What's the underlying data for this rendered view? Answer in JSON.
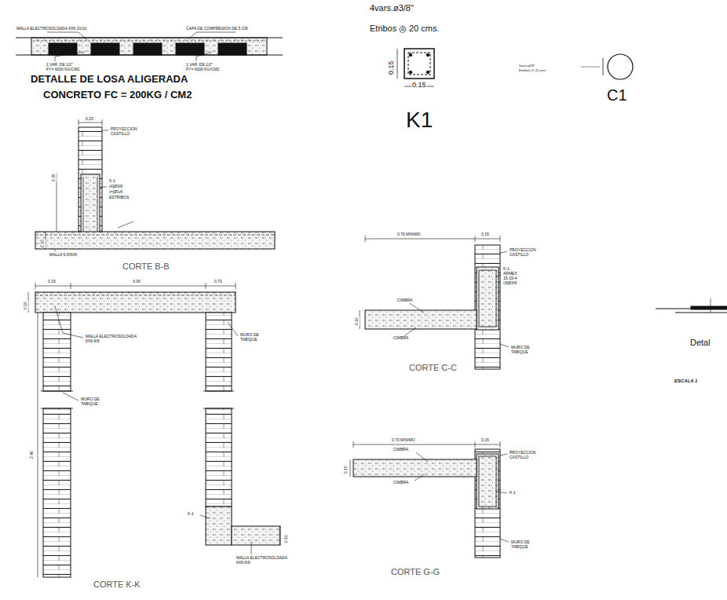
{
  "diagram": {
    "labels": [
      "MALLA ELECTROSOLDADA 6X6-10/10",
      "CAPA DE COMPRESION DE 5 CM",
      "1 VAR. DE 1/2\"",
      "FY= 4200 KG/CM2",
      "1 VAR. DE 1/2\"",
      "FY= 4200 KG/CM2",
      "DETALLE DE LOSA ALIGERADA",
      "CONCRETO FC = 200KG / CM2",
      "4vars.ø3/8\"",
      "Etribos ◎ 20 cms.",
      "0.15",
      "0.15",
      "K1",
      "5vars.ø3/8\"",
      "Estribos @ 20 cms.",
      "C1",
      "0.15",
      "PROYECCION",
      "CASTILLO",
      "0.30",
      "K-1",
      "(4)Ø3/8",
      "(=)Ø1/4",
      "ESTRIBOS",
      "0.10",
      "MALLA 6-6/6X6",
      "CORTE B-B",
      "0.70 MINIMO",
      "0.15",
      "PROYECCION",
      "CASTILLO",
      "K-1",
      "ARMEX",
      "15-15-4",
      "(4)Ø3/8",
      "CIMBRA",
      "CIMBRA",
      "0.10",
      "MURO DE",
      "TABIQUE",
      "CORTE C-C",
      "3.00",
      "0.15",
      "0.70",
      "0.10",
      "MALLA ELECTROSOLDADA",
      "6X6-6/6",
      "MURO DE",
      "TABIQUE",
      "MURO DE",
      "TABIQUE",
      "2.40",
      "K-1",
      "0.10",
      "MALLA ELECTROSOLDADA",
      "6X6-6/6",
      "CORTE K-K",
      "0.70 MINIMO",
      "0.15",
      "PROYECCION",
      "CASTILLO",
      "CIMBRA",
      "CIMBRA",
      "0.10",
      "K-1",
      "MURO DE",
      "TABIQUE",
      "CORTE G-G",
      "Detal",
      "ESCALA 1"
    ]
  }
}
